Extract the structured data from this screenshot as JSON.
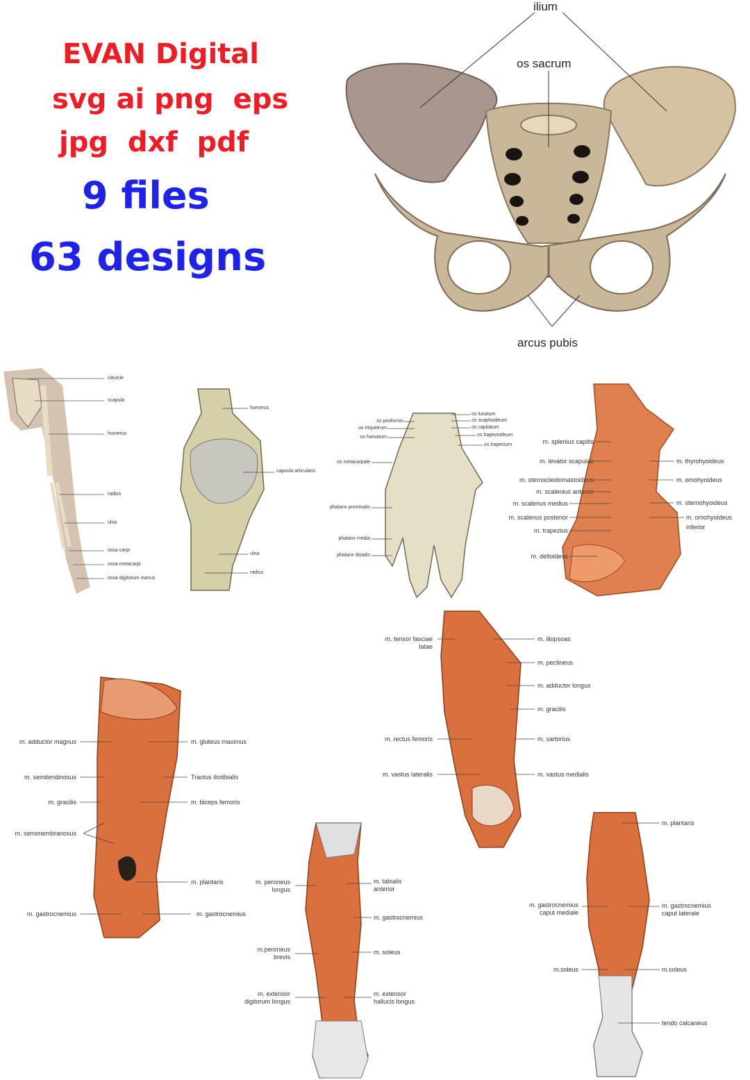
{
  "promo": {
    "brand": "EVAN Digital",
    "formats_line1": "svg ai png  eps",
    "formats_line2": "jpg  dxf  pdf",
    "files": "9 files",
    "designs": "63 designs",
    "colors": {
      "red": "#ee1c25",
      "blue": "#1f23e8"
    }
  },
  "pelvis": {
    "ilium": "ilium",
    "os_sacrum": "os sacrum",
    "arcus_pubis": "arcus pubis"
  },
  "arm": {
    "labels": [
      "clavicle",
      "scapula",
      "humerus",
      "radius",
      "ulna",
      "ossa carpi",
      "ossa metacarpi",
      "ossa digitorum manus"
    ]
  },
  "elbow": {
    "labels": [
      "humerus",
      "capsula articularis",
      "ulna",
      "radius"
    ]
  },
  "hand": {
    "left_labels": [
      "os pisiforme",
      "os triquetrum",
      "os hamatum",
      "os metacarpale",
      "phalanx proximalis",
      "phalanx media",
      "phalanx distalis"
    ],
    "right_labels": [
      "os lunatum",
      "os scaphoideum",
      "os capitatum",
      "os trapezoideum",
      "os trapezium"
    ]
  },
  "neck": {
    "left_labels": [
      "m. splenius capitis",
      "m. levator scapulae",
      "m. sternocleidomastoideus",
      "m. scalenius anterior",
      "m. scalenus medius",
      "m. scalenus posterior",
      "m. trapezius",
      "m. deltoideus"
    ],
    "right_labels": [
      "m. thyrohyoideus",
      "m. omohyoideus",
      "m. sternohyoideus",
      "m. omohyoideus",
      "inferior"
    ]
  },
  "thigh_front": {
    "left_labels": [
      "m. tensor fasciae",
      "latae",
      "m. rectus femoris",
      "m. vastus lateralis"
    ],
    "right_labels": [
      "m. iliopsoas",
      "m. pectineus",
      "m. adductor longus",
      "m. gracilis",
      "m. sartorius",
      "m. vastus medialis"
    ]
  },
  "thigh_back": {
    "left_labels": [
      "m. adductor magnus",
      "m. semitendinosus",
      "m. gracilis",
      "m. semimembranosus",
      "m. gastrocnemius"
    ],
    "right_labels": [
      "m. gluteus maximus",
      "Tractus iliotibialis",
      "m. biceps femoris",
      "m. plantaris",
      "m. gastrocnemius"
    ]
  },
  "shin": {
    "left_labels": [
      "m. peroneus",
      "longus",
      "m.peroneus",
      "brevis",
      "m. extensor",
      "digitorum  longus"
    ],
    "right_labels": [
      "m. tabialis",
      "anterior",
      "m. gastrocnemius",
      "m. soleus",
      "m. extensor",
      "hallucis longus"
    ]
  },
  "calf": {
    "left_labels": [
      "m. gastrocnemius",
      "caput mediale",
      "m.soleus"
    ],
    "right_labels": [
      "m. plantaris",
      "m. gastrocnemius",
      "caput laterale",
      "m.soleus",
      "tendo calcaneus"
    ]
  }
}
